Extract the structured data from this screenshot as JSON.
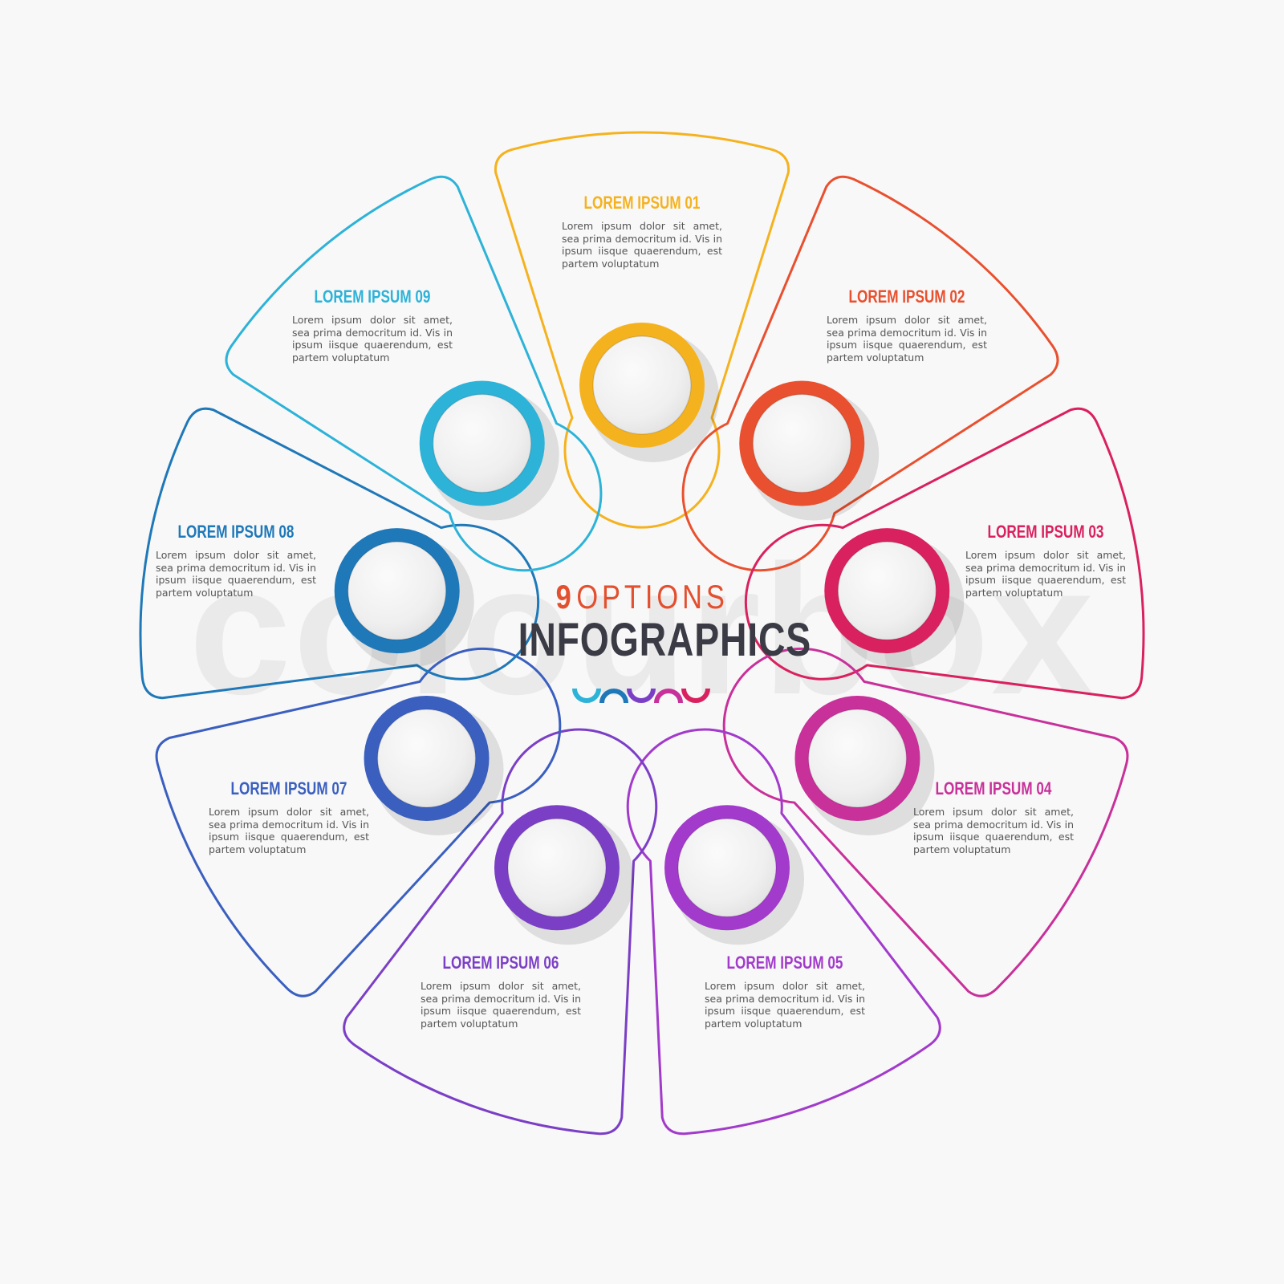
{
  "header": {
    "count": "9",
    "options_label": "OPTIONS",
    "title": "INFOGRAPHICS"
  },
  "watermark": "colourbox",
  "colors": {
    "background": "#f8f8f8",
    "option_number": "#e3502f",
    "title": "#3a3b45",
    "body_text": "#555555"
  },
  "segments": [
    {
      "id": "01",
      "title": "LOREM IPSUM 01",
      "color": "#f5b21f",
      "desc": "Lorem ipsum dolor sit amet, sea prima democritum id. Vis in ipsum iisque quaerendum, est partem voluptatum"
    },
    {
      "id": "02",
      "title": "LOREM IPSUM 02",
      "color": "#e8502f",
      "desc": "Lorem ipsum dolor sit amet, sea prima democritum id. Vis in ipsum iisque quaerendum, est partem voluptatum"
    },
    {
      "id": "03",
      "title": "LOREM IPSUM 03",
      "color": "#d9215f",
      "desc": "Lorem ipsum dolor sit amet, sea prima democritum id. Vis in ipsum iisque quaerendum, est partem voluptatum"
    },
    {
      "id": "04",
      "title": "LOREM IPSUM 04",
      "color": "#c8309a",
      "desc": "Lorem ipsum dolor sit amet, sea prima democritum id. Vis in ipsum iisque quaerendum, est partem voluptatum"
    },
    {
      "id": "05",
      "title": "LOREM IPSUM 05",
      "color": "#a23acb",
      "desc": "Lorem ipsum dolor sit amet, sea prima democritum id. Vis in ipsum iisque quaerendum, est partem voluptatum"
    },
    {
      "id": "06",
      "title": "LOREM IPSUM 06",
      "color": "#7b3fc6",
      "desc": "Lorem ipsum dolor sit amet, sea prima democritum id. Vis in ipsum iisque quaerendum, est partem voluptatum"
    },
    {
      "id": "07",
      "title": "LOREM IPSUM 07",
      "color": "#3a5fbf",
      "desc": "Lorem ipsum dolor sit amet, sea prima democritum id. Vis in ipsum iisque quaerendum, est partem voluptatum"
    },
    {
      "id": "08",
      "title": "LOREM IPSUM 08",
      "color": "#1f78b8",
      "desc": "Lorem ipsum dolor sit amet, sea prima democritum id. Vis in ipsum iisque quaerendum, est partem voluptatum"
    },
    {
      "id": "09",
      "title": "LOREM IPSUM 09",
      "color": "#2db2d8",
      "desc": "Lorem ipsum dolor sit amet, sea prima democritum id. Vis in ipsum iisque quaerendum, est partem voluptatum"
    }
  ],
  "center_arcs": [
    "#2db2d8",
    "#1f78b8",
    "#7b3fc6",
    "#c8309a",
    "#d9215f"
  ]
}
